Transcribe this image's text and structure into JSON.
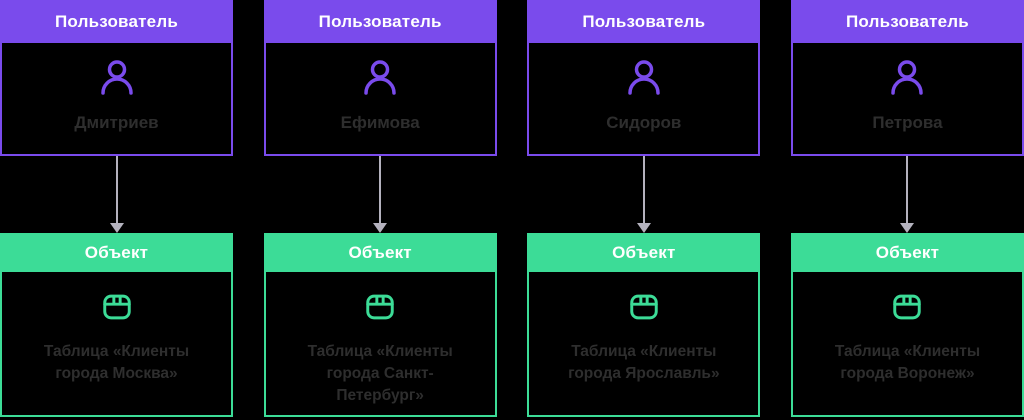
{
  "colors": {
    "background": "#000000",
    "purple": "#7A4BEC",
    "green": "#3CDC97",
    "muted_text": "#2E2E2E",
    "header_text": "#FFFFFF",
    "arrow": "#B4B2BE"
  },
  "columns": [
    {
      "user": {
        "header": "Пользователь",
        "name": "Дмитриев",
        "icon": "user-icon"
      },
      "object": {
        "header": "Объект",
        "label": "Таблица «Клиенты города Москва»",
        "icon": "table-icon"
      }
    },
    {
      "user": {
        "header": "Пользователь",
        "name": "Ефимова",
        "icon": "user-icon"
      },
      "object": {
        "header": "Объект",
        "label": "Таблица «Клиенты города Санкт-Петербург»",
        "icon": "table-icon"
      }
    },
    {
      "user": {
        "header": "Пользователь",
        "name": "Сидоров",
        "icon": "user-icon"
      },
      "object": {
        "header": "Объект",
        "label": "Таблица «Клиенты города Ярославль»",
        "icon": "table-icon"
      }
    },
    {
      "user": {
        "header": "Пользователь",
        "name": "Петрова",
        "icon": "user-icon"
      },
      "object": {
        "header": "Объект",
        "label": "Таблица «Клиенты города Воронеж»",
        "icon": "table-icon"
      }
    }
  ]
}
